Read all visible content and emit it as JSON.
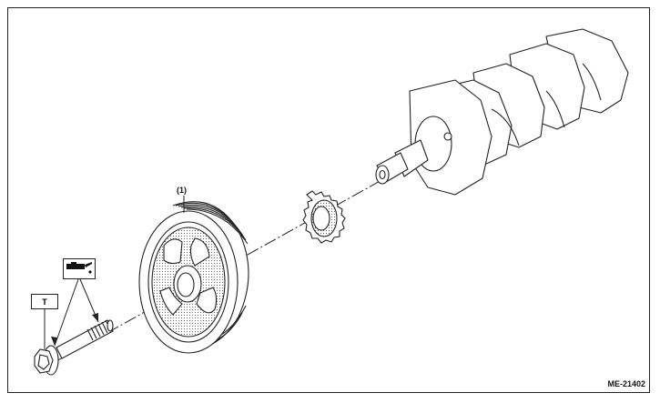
{
  "callouts": {
    "pulley_label": "(1)",
    "torque_symbol": "T"
  },
  "icons": {
    "oil_symbol": "oil-can-icon"
  },
  "figure_id": "ME-21402",
  "colors": {
    "line": "#222222",
    "background": "#ffffff"
  }
}
